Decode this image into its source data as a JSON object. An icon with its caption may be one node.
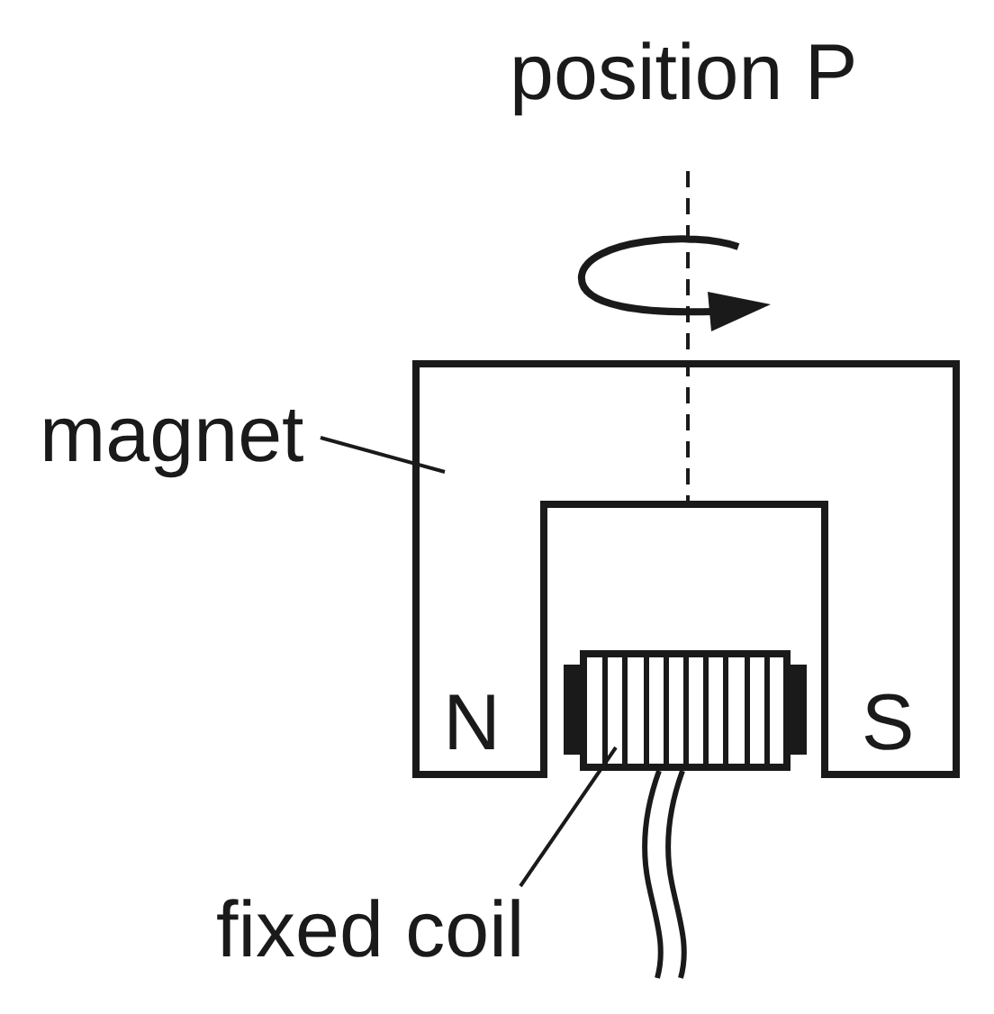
{
  "diagram": {
    "nodes": [
      {
        "text": [
          "magnet"
        ]
      },
      {
        "text": [
          "N",
          "S"
        ]
      },
      {
        "text": [],
        "shape": "coil"
      },
      {
        "text": [
          "fixed coil"
        ]
      }
    ],
    "edges": [
      {
        "from": 0,
        "to": 1,
        "arrow": "none"
      },
      {
        "from": 3,
        "to": 2,
        "arrow": "none"
      }
    ],
    "labels": [
      "position P"
    ]
  }
}
